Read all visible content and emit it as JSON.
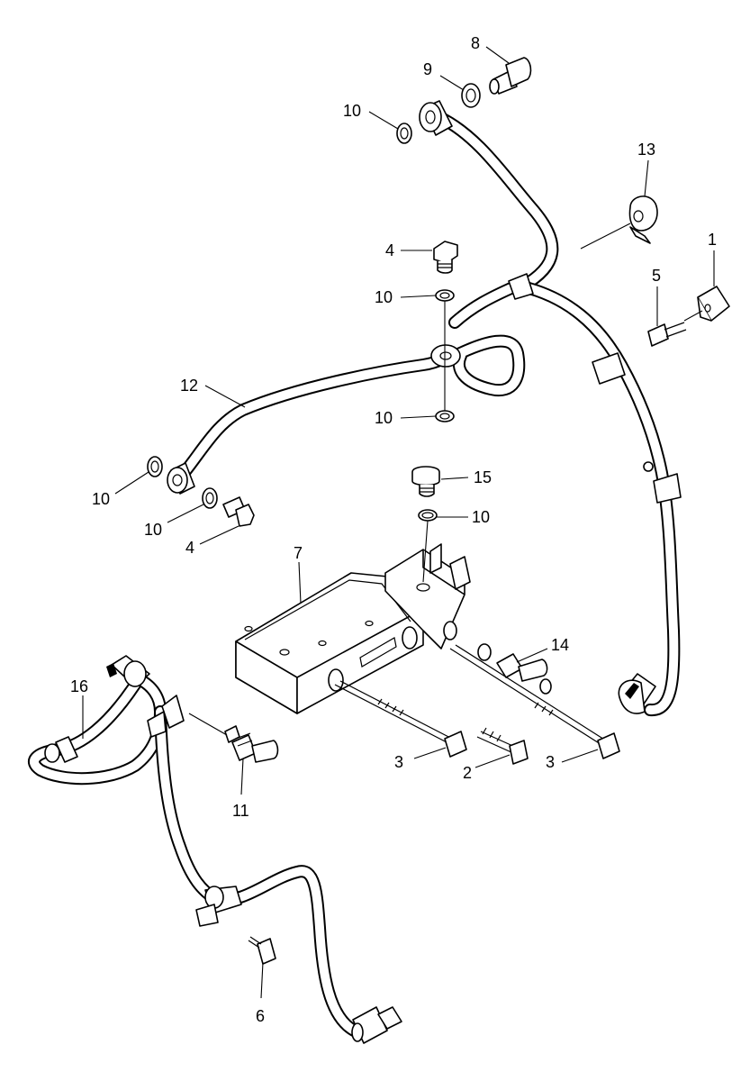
{
  "callouts": [
    {
      "id": "c8",
      "text": "8"
    },
    {
      "id": "c9",
      "text": "9"
    },
    {
      "id": "c10a",
      "text": "10"
    },
    {
      "id": "c13",
      "text": "13"
    },
    {
      "id": "c1",
      "text": "1"
    },
    {
      "id": "c4a",
      "text": "4"
    },
    {
      "id": "c5",
      "text": "5"
    },
    {
      "id": "c10b",
      "text": "10"
    },
    {
      "id": "c12",
      "text": "12"
    },
    {
      "id": "c10c",
      "text": "10"
    },
    {
      "id": "c10d",
      "text": "10"
    },
    {
      "id": "c15",
      "text": "15"
    },
    {
      "id": "c10e",
      "text": "10"
    },
    {
      "id": "c10f",
      "text": "10"
    },
    {
      "id": "c4b",
      "text": "4"
    },
    {
      "id": "c7",
      "text": "7"
    },
    {
      "id": "c14",
      "text": "14"
    },
    {
      "id": "c16",
      "text": "16"
    },
    {
      "id": "c3a",
      "text": "3"
    },
    {
      "id": "c2",
      "text": "2"
    },
    {
      "id": "c3b",
      "text": "3"
    },
    {
      "id": "c11",
      "text": "11"
    },
    {
      "id": "c6",
      "text": "6"
    }
  ]
}
